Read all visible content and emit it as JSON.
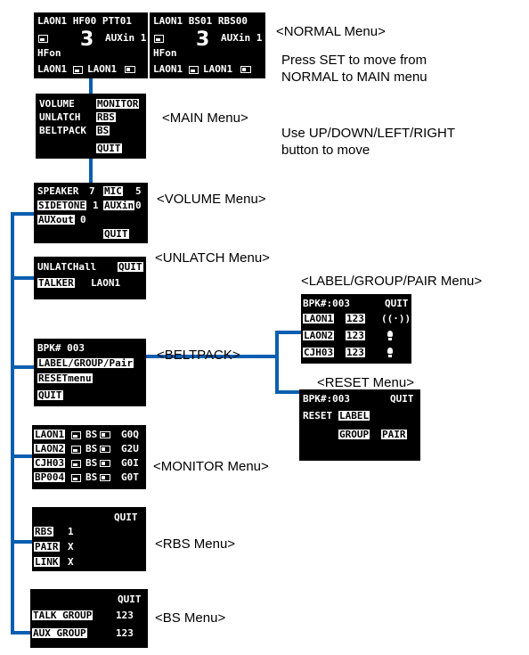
{
  "labels": {
    "normal": "<NORMAL Menu>",
    "main": "<MAIN Menu>",
    "volume": "<VOLUME Menu>",
    "unlatch": "<UNLATCH Menu>",
    "label_group_pair": "<LABEL/GROUP/PAIR Menu>",
    "beltpack": "<BELTPACK>",
    "reset": "<RESET Menu>",
    "monitor": "<MONITOR Menu>",
    "rbs": "<RBS Menu>",
    "bs": "<BS Menu>"
  },
  "notes": {
    "set": "Press SET to move from\nNORMAL to MAIN menu",
    "nav": "Use UP/DOWN/LEFT/RIGHT\nbutton to move"
  },
  "normal1": {
    "top": "LAON1 HF00 PTT01",
    "channel": "3",
    "aux": "AUXin 1",
    "hf": "HFon",
    "bottom_left": "LAON1",
    "bottom_right": "LAON1"
  },
  "normal2": {
    "top": "LAON1 BS01 RBS00",
    "channel": "3",
    "aux": "AUXin 1",
    "hf": "HFon",
    "bottom_left": "LAON1",
    "bottom_right": "LAON1"
  },
  "main": {
    "volume": "VOLUME",
    "monitor": "MONITOR",
    "unlatch": "UNLATCH",
    "rbs": "RBS",
    "beltpack": "BELTPACK",
    "bs": "BS",
    "quit": "QUIT"
  },
  "volume": {
    "speaker": "SPEAKER",
    "speaker_val": "7",
    "mic": "MIC",
    "mic_val": "5",
    "sidetone": "SIDETONE",
    "sidetone_val": "1",
    "auxin": "AUXin",
    "auxin_val": "0",
    "auxout": "AUXout",
    "auxout_val": "0",
    "quit": "QUIT"
  },
  "unlatch": {
    "row1": "UNLATCHall",
    "quit": "QUIT",
    "talker": "TALKER",
    "talker_val": "LAON1"
  },
  "beltpack": {
    "bpk": "BPK# 003",
    "label_group_pair": "LABEL/GROUP/Pair",
    "reset": "RESETmenu",
    "quit": "QUIT"
  },
  "lgp": {
    "bpk": "BPK#:003",
    "quit": "QUIT",
    "rows": [
      {
        "name": "LAON1",
        "val": "123"
      },
      {
        "name": "LAON2",
        "val": "123"
      },
      {
        "name": "CJH03",
        "val": "123"
      }
    ]
  },
  "reset": {
    "bpk": "BPK#:003",
    "quit": "QUIT",
    "reset": "RESET",
    "label": "LABEL",
    "group": "GROUP",
    "pair": "PAIR"
  },
  "monitor": {
    "rows": [
      {
        "name": "LAON1",
        "bs": "BS",
        "code": "G0Q"
      },
      {
        "name": "LAON2",
        "bs": "BS",
        "code": "G2U"
      },
      {
        "name": "CJH03",
        "bs": "BS",
        "code": "G0I"
      },
      {
        "name": "BP004",
        "bs": "BS",
        "code": "G0T"
      }
    ]
  },
  "rbs": {
    "quit": "QUIT",
    "rbs": "RBS",
    "rbs_val": "1",
    "pair": "PAIR",
    "pair_val": "X",
    "link": "LINK",
    "link_val": "X"
  },
  "bs": {
    "quit": "QUIT",
    "talk_group": "TALK GROUP",
    "talk_val": "123",
    "aux_group": "AUX GROUP",
    "aux_val": "123"
  },
  "colors": {
    "wire": "#0b5fb0",
    "screen_bg": "#000000",
    "screen_fg": "#ffffff"
  }
}
